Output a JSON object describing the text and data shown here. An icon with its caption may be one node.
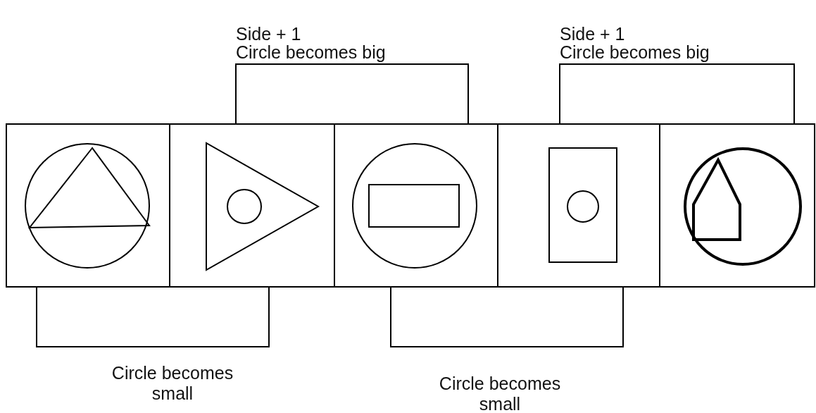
{
  "diagram": {
    "nodes": [
      {
        "text": [],
        "shape": "picture"
      },
      {
        "text": [],
        "shape": "picture"
      },
      {
        "text": [],
        "shape": "picture"
      },
      {
        "text": [],
        "shape": "picture"
      },
      {
        "text": [],
        "shape": "picture"
      }
    ],
    "labels": [
      "Side + 1",
      "Circle becomes big",
      "Side + 1",
      "Circle becomes big",
      "Circle becomes small",
      "Circle becomes small"
    ]
  }
}
